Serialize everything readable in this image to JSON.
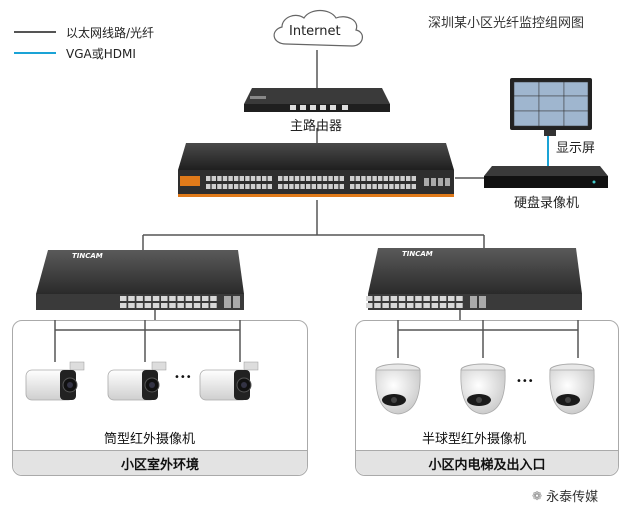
{
  "title": "深圳某小区光纤监控组网图",
  "legend": {
    "ethernet_label": "以太网线路/光纤",
    "ethernet_color": "#555555",
    "vga_label": "VGA或HDMI",
    "vga_color": "#1aa3d6"
  },
  "nodes": {
    "internet": "Internet",
    "router": "主路由器",
    "display": "显示屏",
    "nvr": "硬盘录像机",
    "switch_brand": "TINCAM"
  },
  "panels": {
    "left": {
      "camera_label": "筒型红外摄像机",
      "footer": "小区室外环境"
    },
    "right": {
      "camera_label": "半球型红外摄像机",
      "footer": "小区内电梯及出入口"
    }
  },
  "ellipsis": "•••",
  "watermark": "永泰传媒"
}
